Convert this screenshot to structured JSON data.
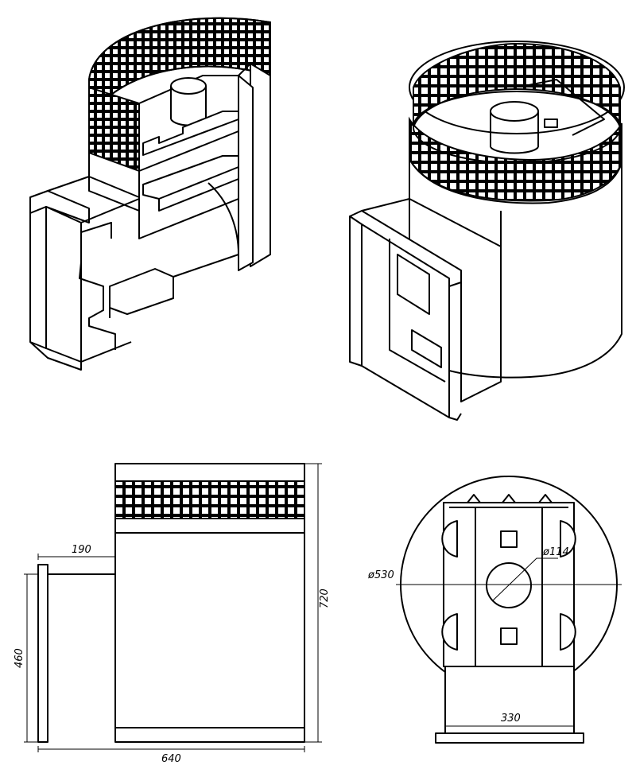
{
  "dimensions": {
    "grid_width": "190",
    "total_width": "640",
    "height_total": "720",
    "height_door": "460",
    "diameter_body": "ø530",
    "diameter_pipe": "ø114",
    "base_width": "330"
  },
  "colors": {
    "line": "#000000",
    "background": "#ffffff"
  }
}
